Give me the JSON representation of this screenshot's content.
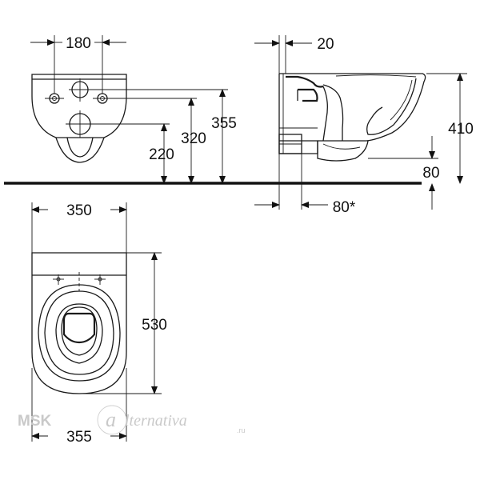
{
  "dimensions": {
    "front_top_width": "180",
    "side_wall_offset": "20",
    "height_355": "355",
    "height_320": "320",
    "height_220": "220",
    "side_height": "410",
    "side_bottom": "80",
    "side_bottom_offset": "80*",
    "plan_width": "350",
    "plan_length": "530",
    "plan_bottom_width": "355"
  },
  "watermark": {
    "left": "MSK",
    "right": "lternativa",
    "suffix": ".ru",
    "logo_letter": "a"
  },
  "colors": {
    "line": "#1a1a1a",
    "watermark": "#c9c9c9"
  }
}
